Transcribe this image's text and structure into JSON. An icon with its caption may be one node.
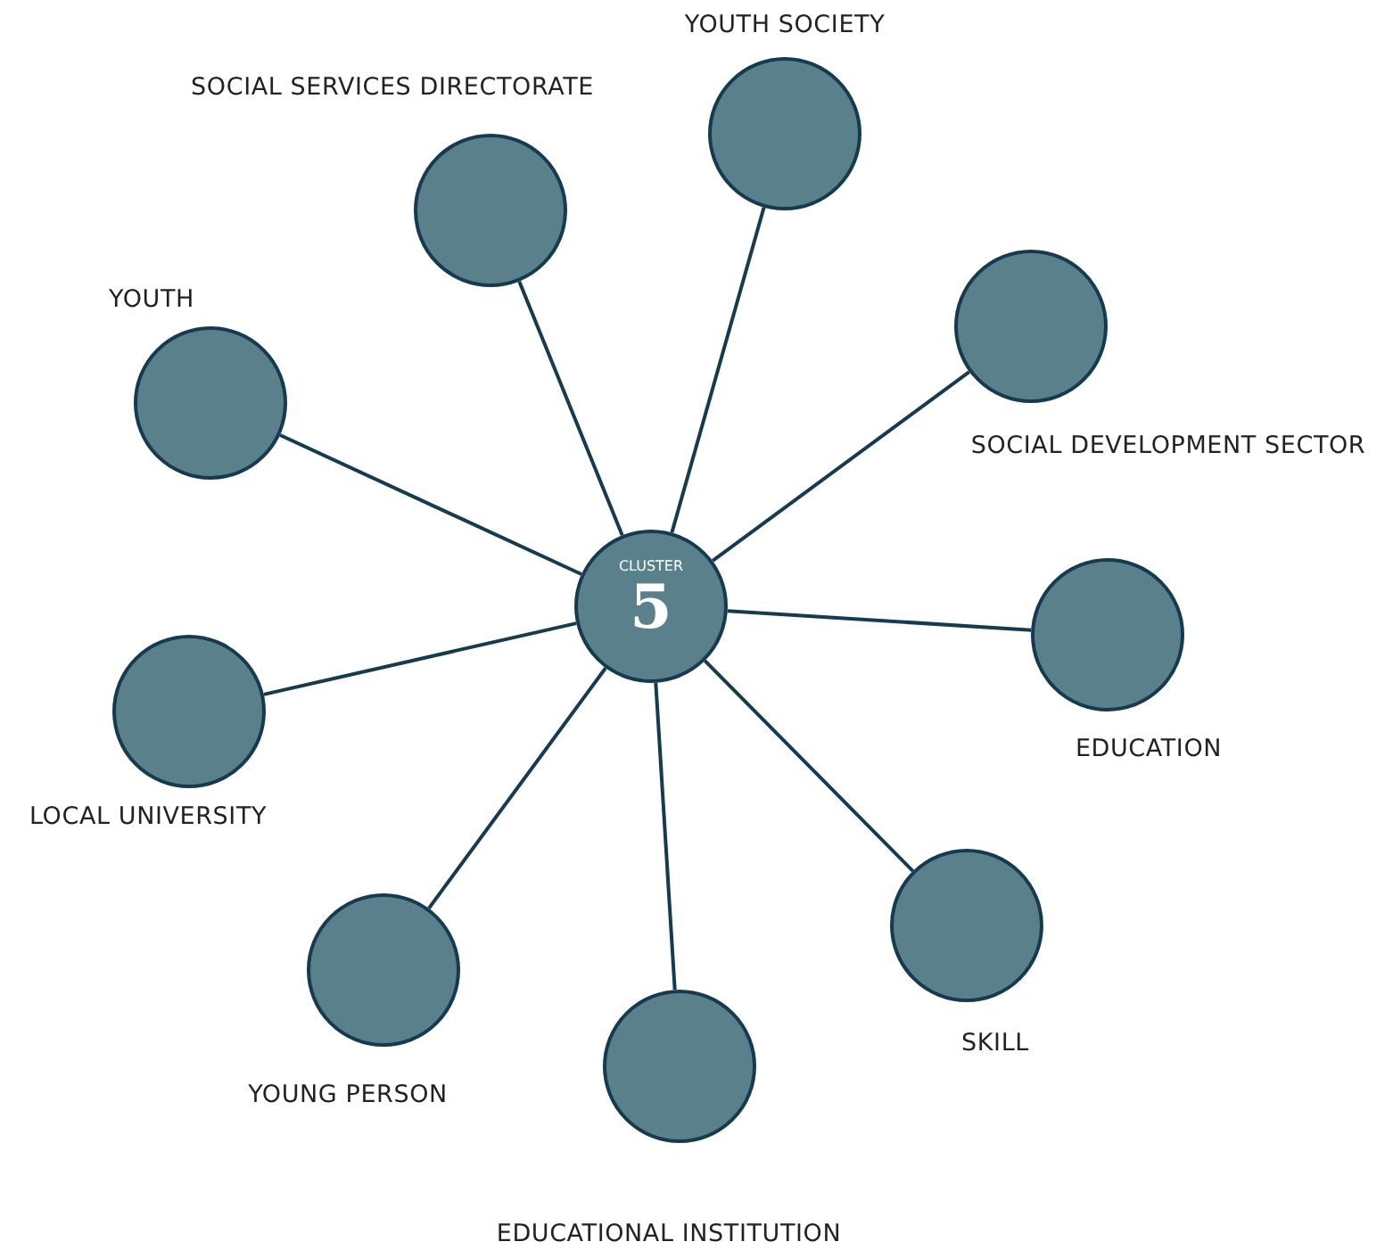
{
  "diagram": {
    "nodes": [
      {
        "text": [
          "CLUSTER",
          "5"
        ]
      },
      {
        "text": [],
        "shape": "circle",
        "beside": [
          "YOUTH SOCIETY"
        ]
      },
      {
        "text": [],
        "shape": "circle",
        "beside": [
          "SOCIAL SERVICES DIRECTORATE"
        ]
      },
      {
        "text": [],
        "shape": "circle",
        "beside": [
          "YOUTH"
        ]
      },
      {
        "text": [],
        "shape": "circle",
        "beside": [
          "SOCIAL DEVELOPMENT SECTOR"
        ]
      },
      {
        "text": [],
        "shape": "circle",
        "beside": [
          "EDUCATION"
        ]
      },
      {
        "text": [],
        "shape": "circle",
        "beside": [
          "LOCAL UNIVERSITY"
        ]
      },
      {
        "text": [],
        "shape": "circle",
        "beside": [
          "SKILL"
        ]
      },
      {
        "text": [],
        "shape": "circle",
        "beside": [
          "YOUNG PERSON"
        ]
      },
      {
        "text": [],
        "shape": "circle",
        "beside": [
          "EDUCATIONAL INSTITUTION"
        ]
      }
    ],
    "edges": [
      {
        "from": 0,
        "to": 1,
        "arrow": "none"
      },
      {
        "from": 0,
        "to": 2,
        "arrow": "none"
      },
      {
        "from": 0,
        "to": 3,
        "arrow": "none"
      },
      {
        "from": 0,
        "to": 4,
        "arrow": "none"
      },
      {
        "from": 0,
        "to": 5,
        "arrow": "none"
      },
      {
        "from": 0,
        "to": 6,
        "arrow": "none"
      },
      {
        "from": 0,
        "to": 7,
        "arrow": "none"
      },
      {
        "from": 0,
        "to": 8,
        "arrow": "none"
      },
      {
        "from": 0,
        "to": 9,
        "arrow": "none"
      }
    ]
  }
}
